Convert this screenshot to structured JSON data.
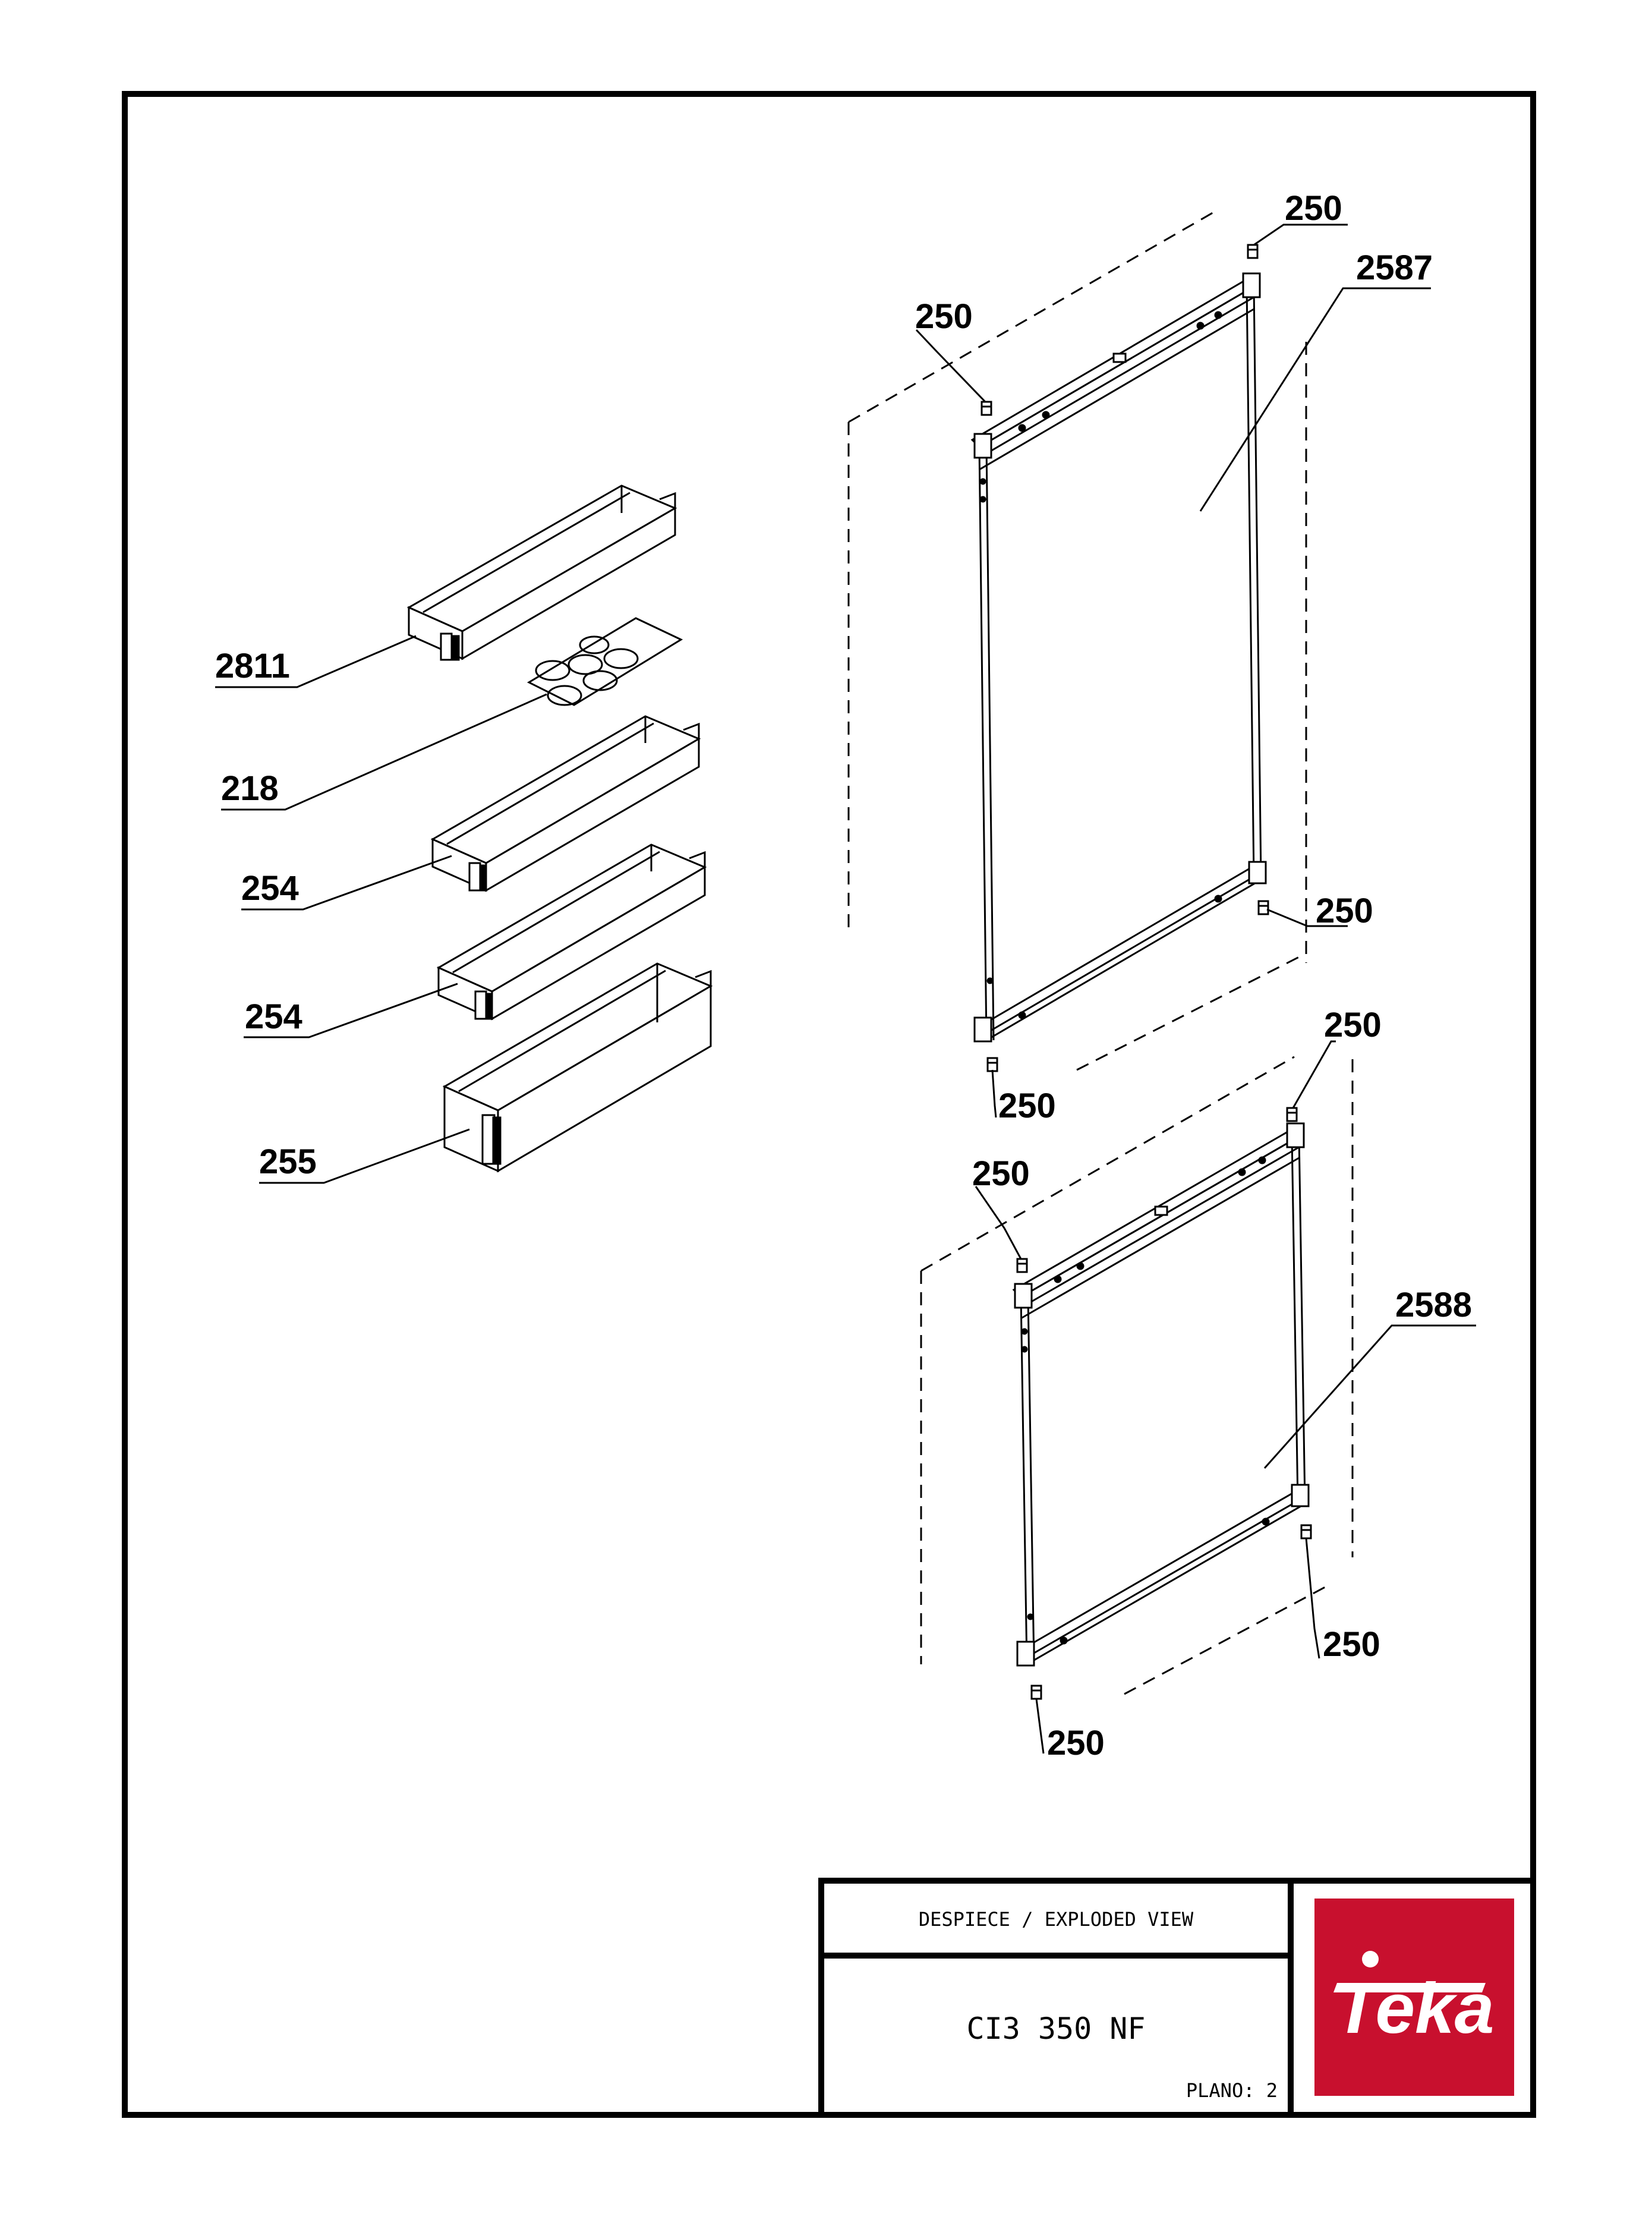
{
  "callouts": {
    "c2811": "2811",
    "c218": "218",
    "c254a": "254",
    "c254b": "254",
    "c255": "255",
    "c2587": "2587",
    "c2588": "2588",
    "c250_1": "250",
    "c250_2": "250",
    "c250_3": "250",
    "c250_4": "250",
    "c250_5": "250",
    "c250_6": "250",
    "c250_7": "250",
    "c250_8": "250"
  },
  "title_block": {
    "heading": "DESPIECE / EXPLODED VIEW",
    "model": "CI3 350 NF",
    "plano": "PLANO: 2"
  },
  "logo": {
    "text": "Teka",
    "color": "#c8102e"
  }
}
